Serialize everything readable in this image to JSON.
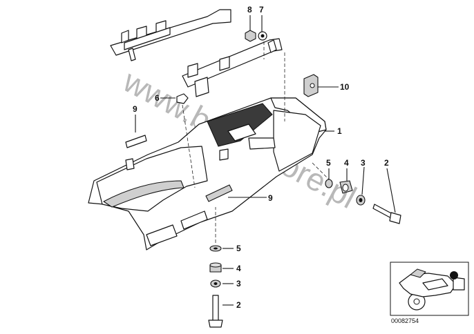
{
  "watermark": "www.bmw-store.pl",
  "drawing_code": "00082754",
  "callouts": {
    "c1": "1",
    "c2_right": "2",
    "c3_right": "3",
    "c4_right": "4",
    "c5_right": "5",
    "c6": "6",
    "c7": "7",
    "c8": "8",
    "c9_upper": "9",
    "c9_lower": "9",
    "c10": "10",
    "c5_stack": "5",
    "c4_stack": "4",
    "c3_stack": "3",
    "c2_stack": "2"
  },
  "thumbnail_icon": "motorcycle-icon"
}
